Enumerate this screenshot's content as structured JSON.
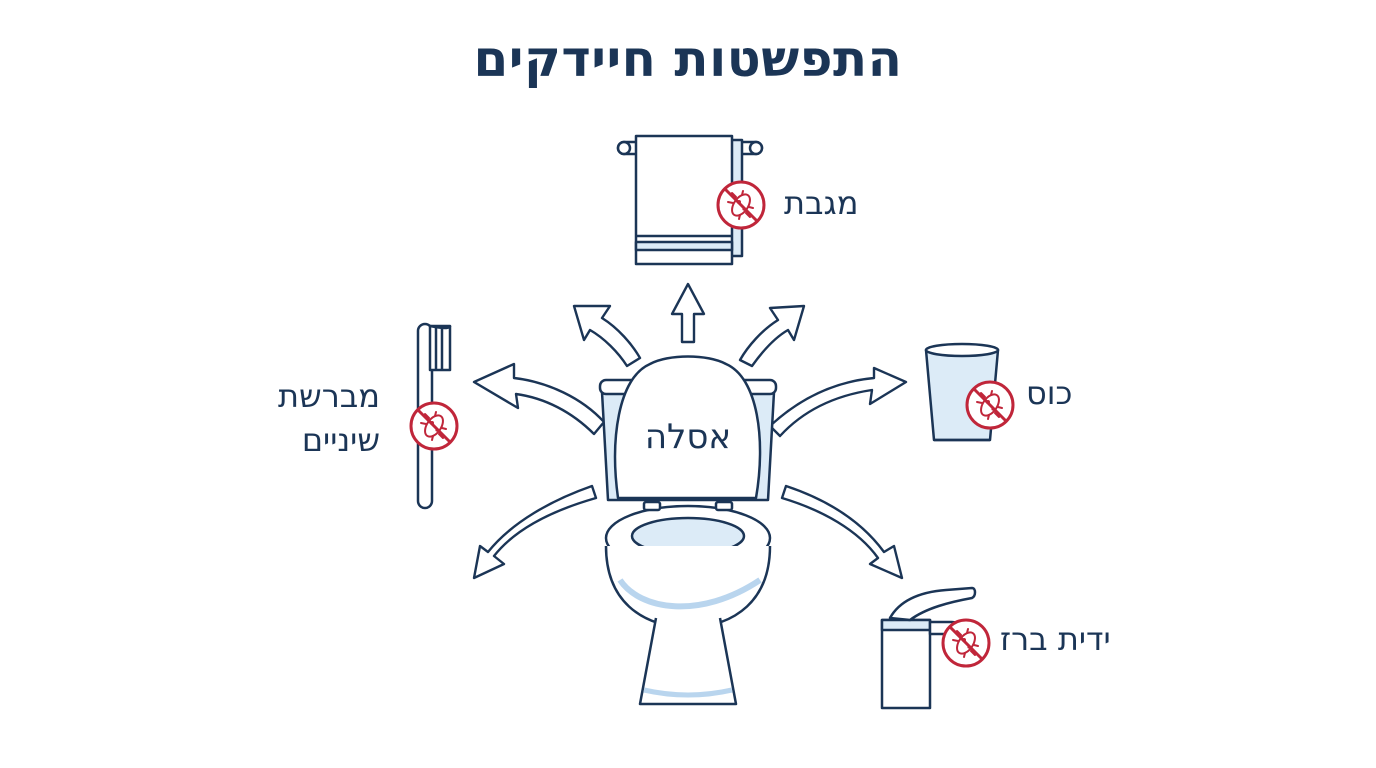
{
  "title": "התפשטות חיידקים",
  "center": {
    "label": "אסלה",
    "icon": "toilet-icon"
  },
  "items": {
    "towel": {
      "label": "מגבת",
      "icon": "towel-icon"
    },
    "cup": {
      "label": "כוס",
      "icon": "cup-icon"
    },
    "faucet": {
      "label": "ידית ברז",
      "icon": "faucet-icon"
    },
    "toothbrush": {
      "label_line1": "מברשת",
      "label_line2": "שיניים",
      "icon": "toothbrush-icon"
    }
  },
  "badge_icon": "no-germs-icon",
  "colors": {
    "navy": "#1b3556",
    "light_blue": "#dcebf7",
    "mid_blue": "#b9d5ee",
    "red": "#c0263a"
  }
}
